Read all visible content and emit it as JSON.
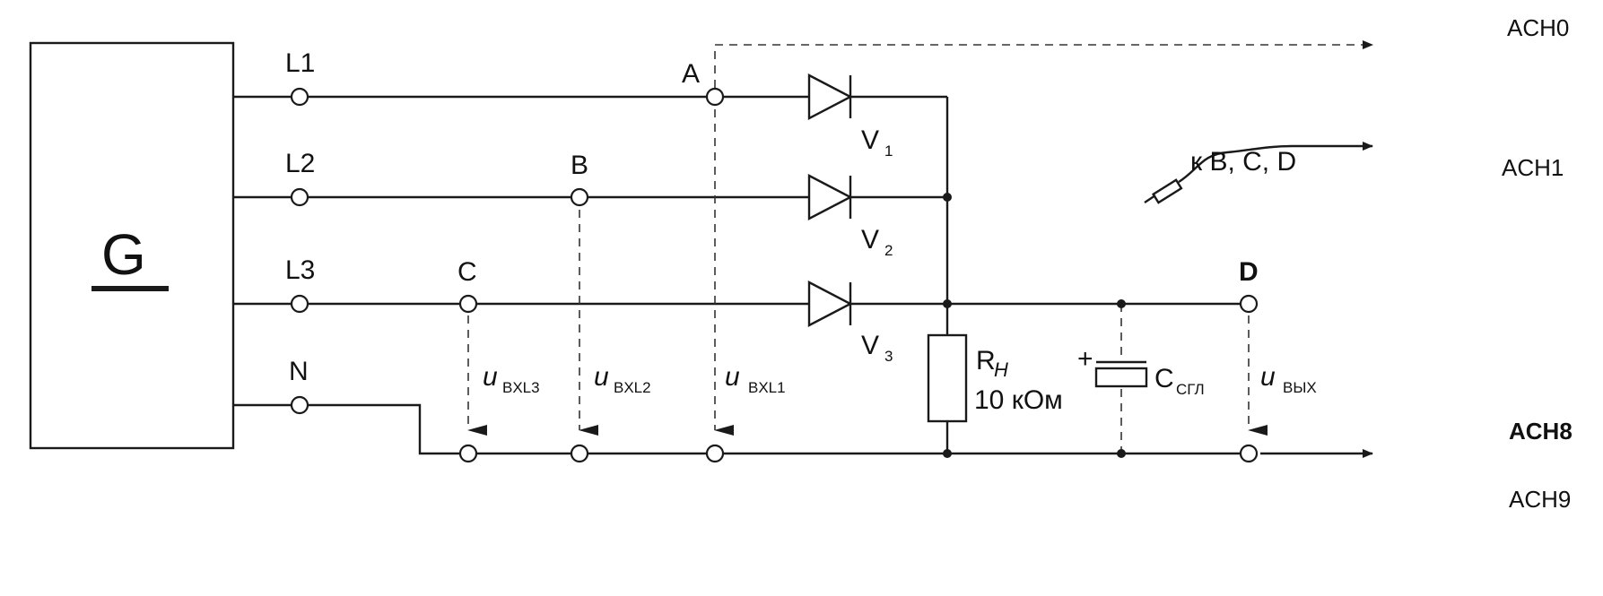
{
  "generator": {
    "label": "G"
  },
  "lines": {
    "l1": "L1",
    "l2": "L2",
    "l3": "L3",
    "n": "N"
  },
  "nodes": {
    "a": "A",
    "b": "B",
    "c": "C",
    "d": "D"
  },
  "diodes": {
    "v1": {
      "main": "V",
      "sub": "1"
    },
    "v2": {
      "main": "V",
      "sub": "2"
    },
    "v3": {
      "main": "V",
      "sub": "3"
    }
  },
  "resistor": {
    "main": "R",
    "sub": "H",
    "value": "10 кОм"
  },
  "capacitor": {
    "plus": "+",
    "main": "C",
    "sub": "СГЛ"
  },
  "voltages": {
    "u3": {
      "main": "u",
      "sub": "BXL3"
    },
    "u2": {
      "main": "u",
      "sub": "BXL2"
    },
    "u1": {
      "main": "u",
      "sub": "BXL1"
    },
    "uout": {
      "main": "u",
      "sub": "ВЫХ"
    }
  },
  "channels": {
    "ach0": "ACH0",
    "ach1": "ACH1",
    "ach8": "ACH8",
    "ach9": "ACH9"
  },
  "probe_note": "к B, C, D"
}
